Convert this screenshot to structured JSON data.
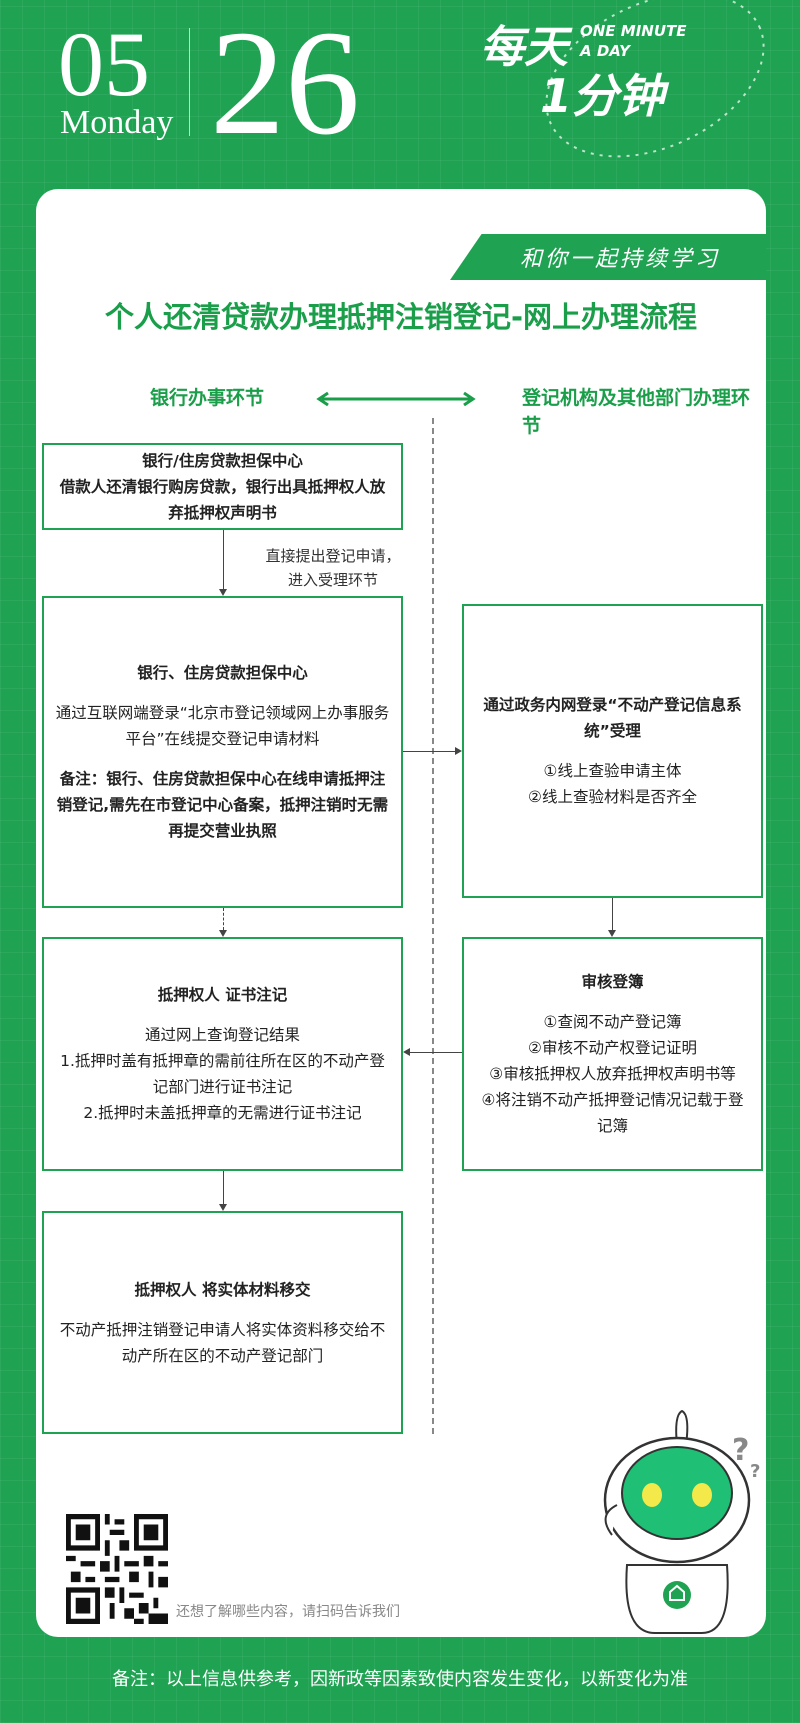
{
  "header": {
    "month": "05",
    "weekday": "Monday",
    "day": "26",
    "logo": {
      "line1": "每天",
      "line2": "1分钟",
      "en1": "ONE MINUTE",
      "en2": "A DAY"
    }
  },
  "tag": "和你一起持续学习",
  "title": "个人还清贷款办理抵押注销登记-网上办理流程",
  "lanes": {
    "left": "银行办事环节",
    "right": "登记机构及其他部门办理环节"
  },
  "edge_label": "直接提出登记申请，进入受理环节",
  "boxes": {
    "b1": {
      "title": "银行/住房贷款担保中心",
      "text": "借款人还清银行购房贷款，银行出具抵押权人放弃抵押权声明书"
    },
    "b2": {
      "title": "银行、住房贷款担保中心",
      "text": "通过互联网端登录“北京市登记领域网上办事服务平台”在线提交登记申请材料",
      "note": "备注：银行、住房贷款担保中心在线申请抵押注销登记,需先在市登记中心备案，抵押注销时无需再提交营业执照"
    },
    "b3": {
      "title": "通过政务内网登录“不动产登记信息系统”受理",
      "items": [
        "①线上查验申请主体",
        "②线上查验材料是否齐全"
      ]
    },
    "b4": {
      "title": "审核登簿",
      "items": [
        "①查阅不动产登记簿",
        "②审核不动产权登记证明",
        "③审核抵押权人放弃抵押权声明书等",
        "④将注销不动产抵押登记情况记载于登记簿"
      ]
    },
    "b5": {
      "title": "抵押权人 证书注记",
      "items": [
        "通过网上查询登记结果",
        "1.抵押时盖有抵押章的需前往所在区的不动产登记部门进行证书注记",
        "2.抵押时未盖抵押章的无需进行证书注记"
      ]
    },
    "b6": {
      "title": "抵押权人 将实体材料移交",
      "text": "不动产抵押注销登记申请人将实体资料移交给不动产所在区的不动产登记部门"
    }
  },
  "qr_text": "还想了解哪些内容，请扫码告诉我们",
  "footer": "备注：以上信息供参考，因新政等因素致使内容发生变化，以新变化为准",
  "colors": {
    "brand": "#1fa352",
    "title": "#1a9e4a"
  }
}
